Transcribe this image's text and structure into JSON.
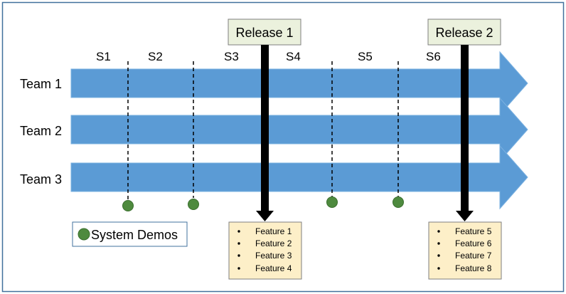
{
  "teams": [
    "Team 1",
    "Team 2",
    "Team 3"
  ],
  "sprints": [
    "S1",
    "S2",
    "S3",
    "S4",
    "S5",
    "S6"
  ],
  "releases": [
    {
      "label": "Release 1",
      "features": [
        "Feature 1",
        "Feature 2",
        "Feature 3",
        "Feature 4"
      ]
    },
    {
      "label": "Release 2",
      "features": [
        "Feature 5",
        "Feature 6",
        "Feature 7",
        "Feature 8"
      ]
    }
  ],
  "legend": {
    "label": "System Demos"
  },
  "colors": {
    "team_arrow": "#5b9bd5",
    "team_arrow_border": "#7ab0e0",
    "release_box": "#ebf1dd",
    "feature_box": "#fdefc8",
    "demo_dot": "#4e8a3e",
    "outer_border": "#41719c"
  }
}
